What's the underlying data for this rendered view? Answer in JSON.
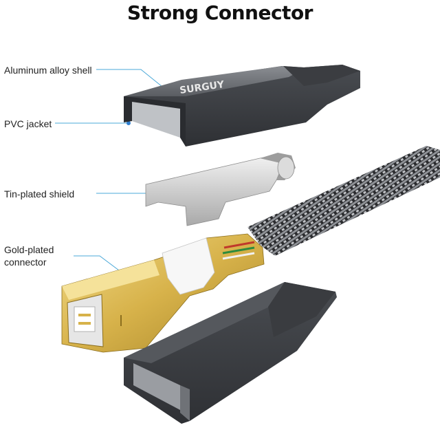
{
  "title": "Strong Connector",
  "labels": {
    "shell": "Aluminum alloy shell",
    "jacket": "PVC jacket",
    "shield": "Tin-plated shield",
    "connector_line1": "Gold-plated",
    "connector_line2": "connector"
  },
  "brand": "SURGUY",
  "colors": {
    "leader_line": "#4aa8d8",
    "shell_gray": "#5f6368",
    "gold": "#d9b64a",
    "shield_silver": "#c9c9c9",
    "jacket_dark": "#3a3c40"
  }
}
